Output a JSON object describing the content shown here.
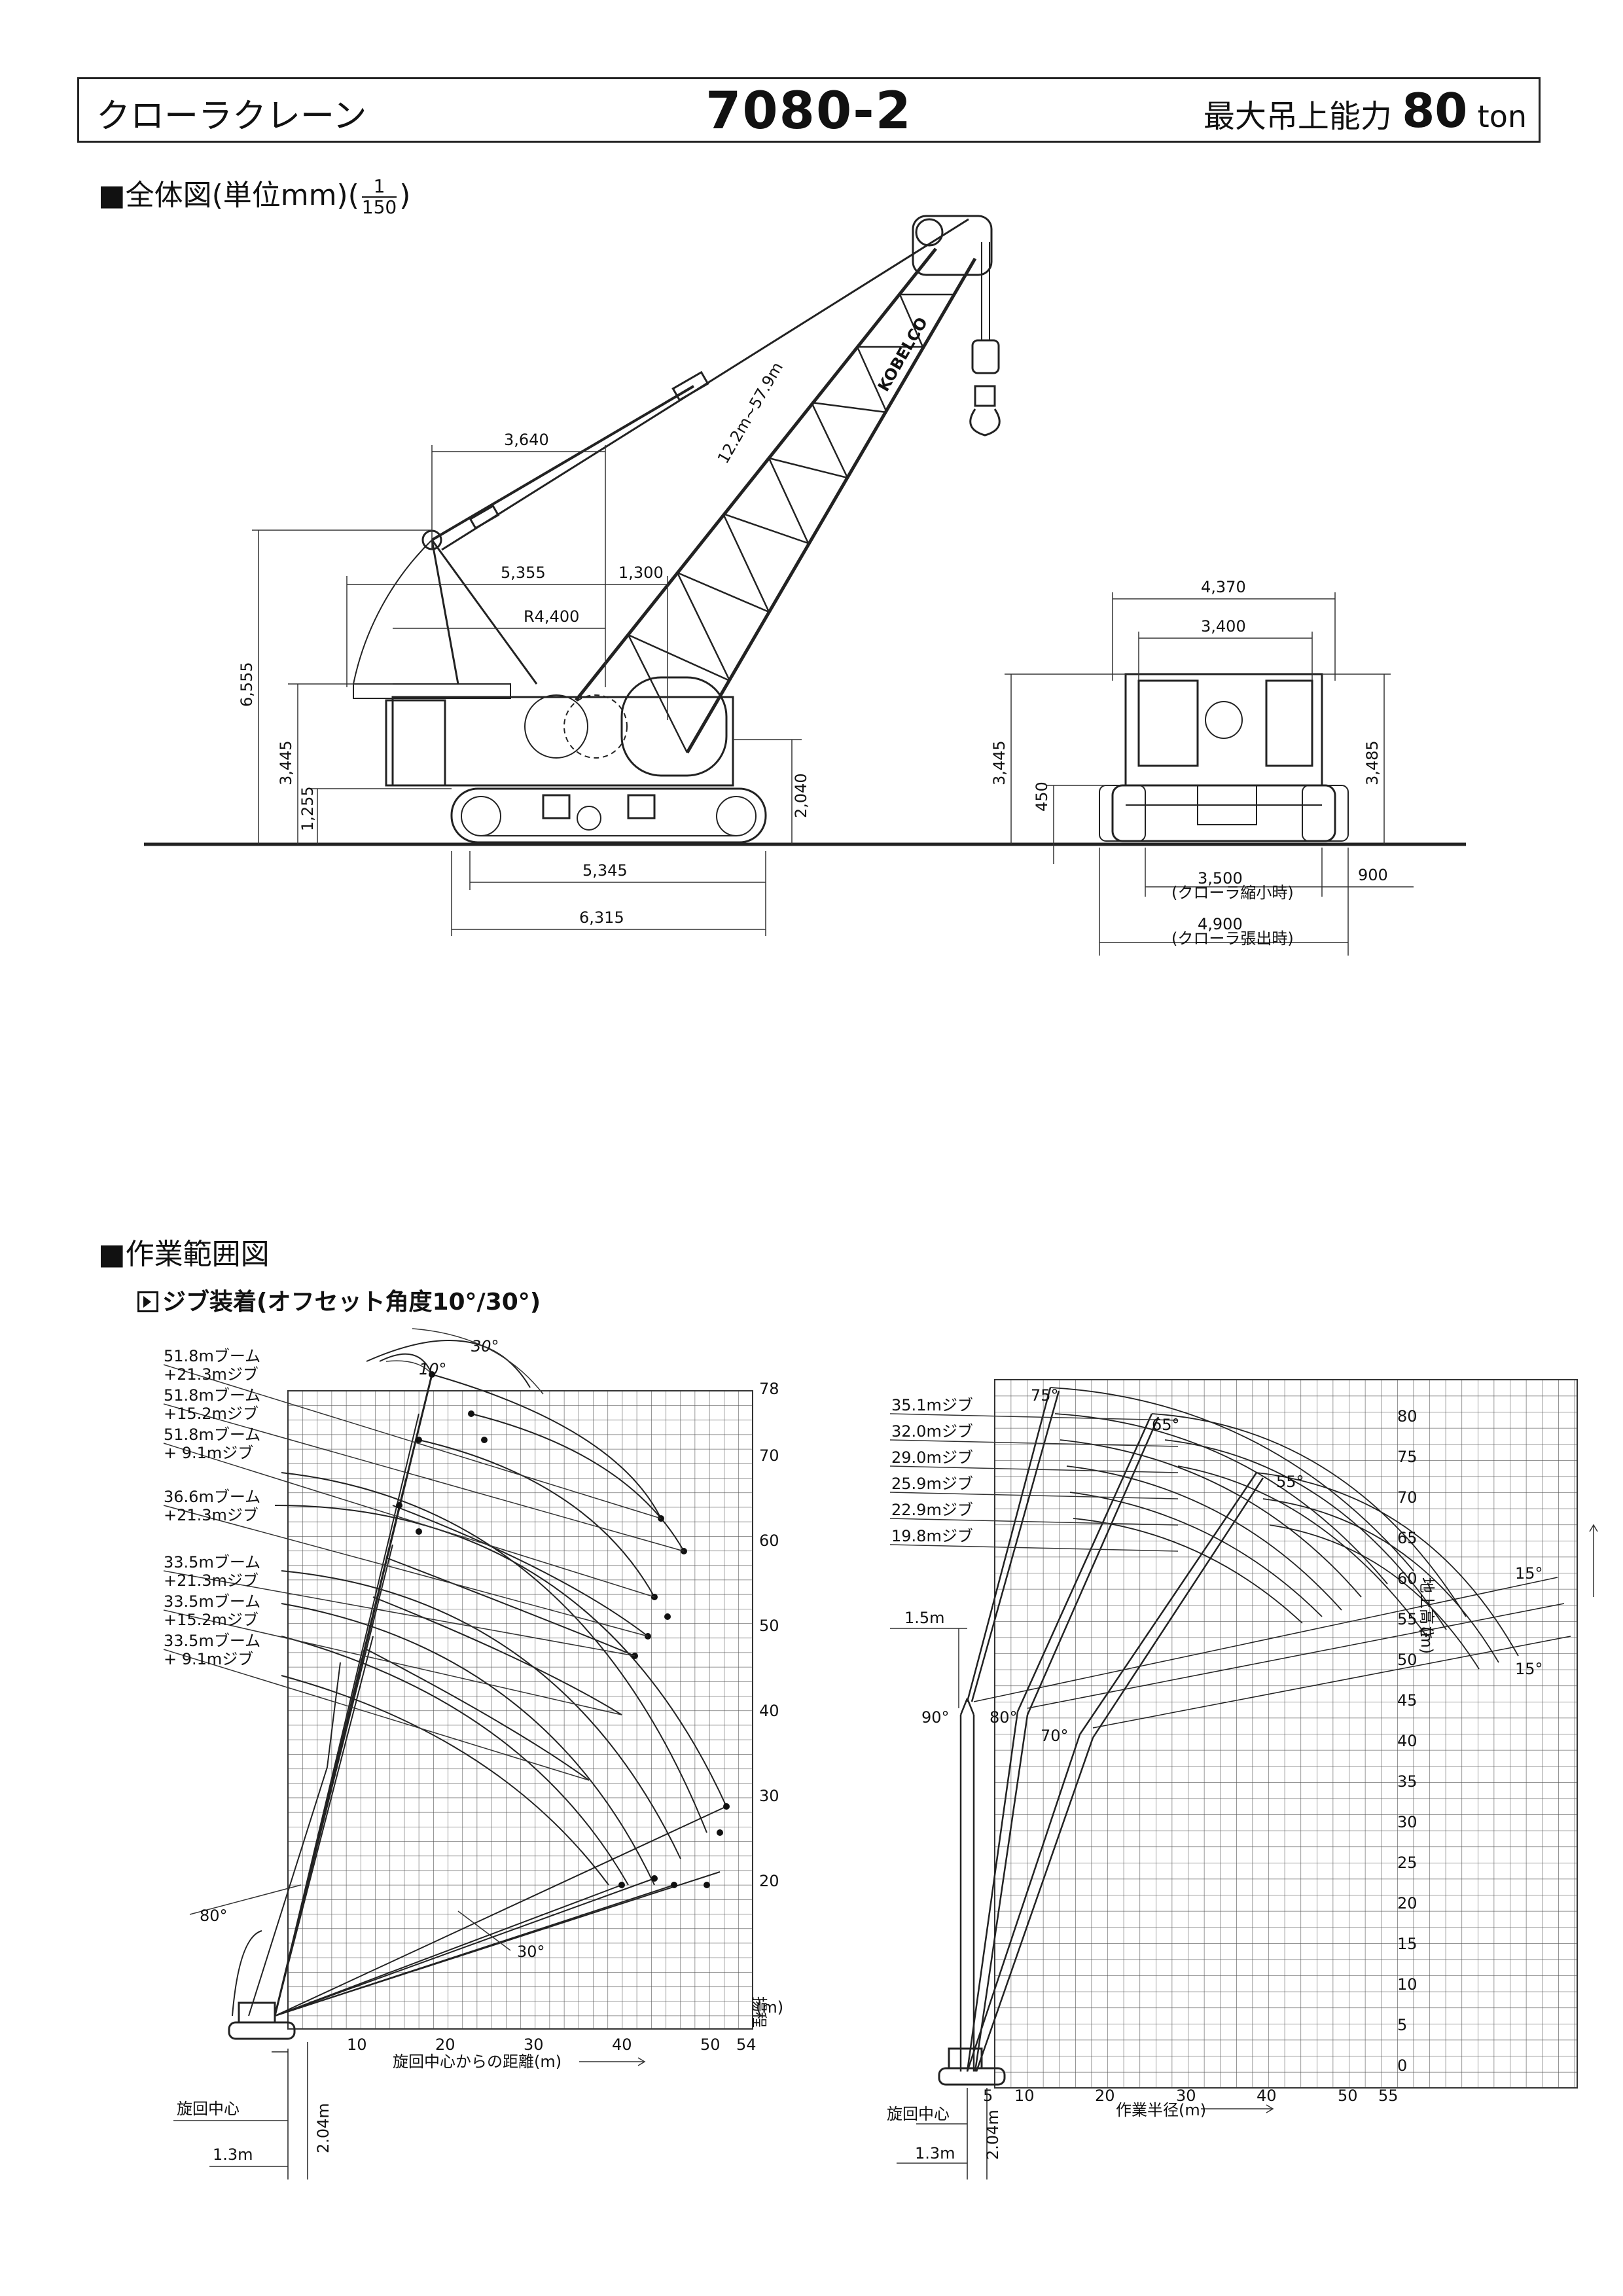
{
  "header": {
    "type_label": "クローラクレーン",
    "model": "7080-2",
    "capacity_prefix": "最大吊上能力",
    "capacity_value": "80",
    "capacity_unit": "ton"
  },
  "overall": {
    "title": "■全体図(単位mm)(",
    "scale_num": "1",
    "scale_den": "150",
    "title_close": ")",
    "brand": "KOBELCO",
    "boom_range": "12.2m~57.9m",
    "side_dims": [
      "3,640",
      "5,355",
      "1,300",
      "R4,400",
      "6,555",
      "3,445",
      "1,255",
      "2,040",
      "5,345",
      "6,315"
    ],
    "front_dims": [
      "4,370",
      "3,400",
      "3,445",
      "450",
      "3,485",
      "900",
      "3,500",
      "(クローラ縮小時)",
      "4,900",
      "(クローラ張出時)"
    ]
  },
  "work_range": {
    "title": "■作業範囲図",
    "subtitle": "ジブ装着(オフセット角度10°/30°)",
    "left_chart": {
      "configs": [
        "51.8mブーム",
        "+21.3mジブ",
        "51.8mブーム",
        "+15.2mジブ",
        "51.8mブーム",
        "+ 9.1mジブ",
        "36.6mブーム",
        "+21.3mジブ",
        "33.5mブーム",
        "+21.3mジブ",
        "33.5mブーム",
        "+15.2mジブ",
        "33.5mブーム",
        "+ 9.1mジブ"
      ],
      "offset_angles": [
        "30°",
        "10°"
      ],
      "boom_angle_labels": [
        "80°",
        "30°"
      ],
      "x_ticks": [
        "10",
        "20",
        "30",
        "40",
        "50",
        "54"
      ],
      "y_ticks": [
        "78",
        "70",
        "60",
        "50",
        "40",
        "30",
        "20"
      ],
      "x_label": "旋回中心からの距離(m)",
      "y_label": "揚程",
      "y_unit": "(m)",
      "center_label": "旋回中心",
      "height_label": "2.04m",
      "offset_label": "1.3m"
    },
    "right_chart": {
      "jibs": [
        "35.1mジブ",
        "32.0mジブ",
        "29.0mジブ",
        "25.9mジブ",
        "22.9mジブ",
        "19.8mジブ"
      ],
      "boom_angles": [
        "90°",
        "80°",
        "70°"
      ],
      "jib_angles": [
        "75°",
        "65°",
        "55°",
        "15°",
        "15°"
      ],
      "offset_label_top": "1.5m",
      "x_ticks": [
        "5",
        "10",
        "20",
        "30",
        "40",
        "50",
        "55"
      ],
      "y_ticks": [
        "80",
        "75",
        "70",
        "65",
        "60",
        "55",
        "50",
        "45",
        "40",
        "35",
        "30",
        "25",
        "20",
        "15",
        "10",
        "5",
        "0"
      ],
      "x_label": "作業半径(m)",
      "y_label": "地上高さ",
      "y_unit": "(m)",
      "center_label": "旋回中心",
      "height_label": "2.04m",
      "offset_label": "1.3m"
    }
  }
}
